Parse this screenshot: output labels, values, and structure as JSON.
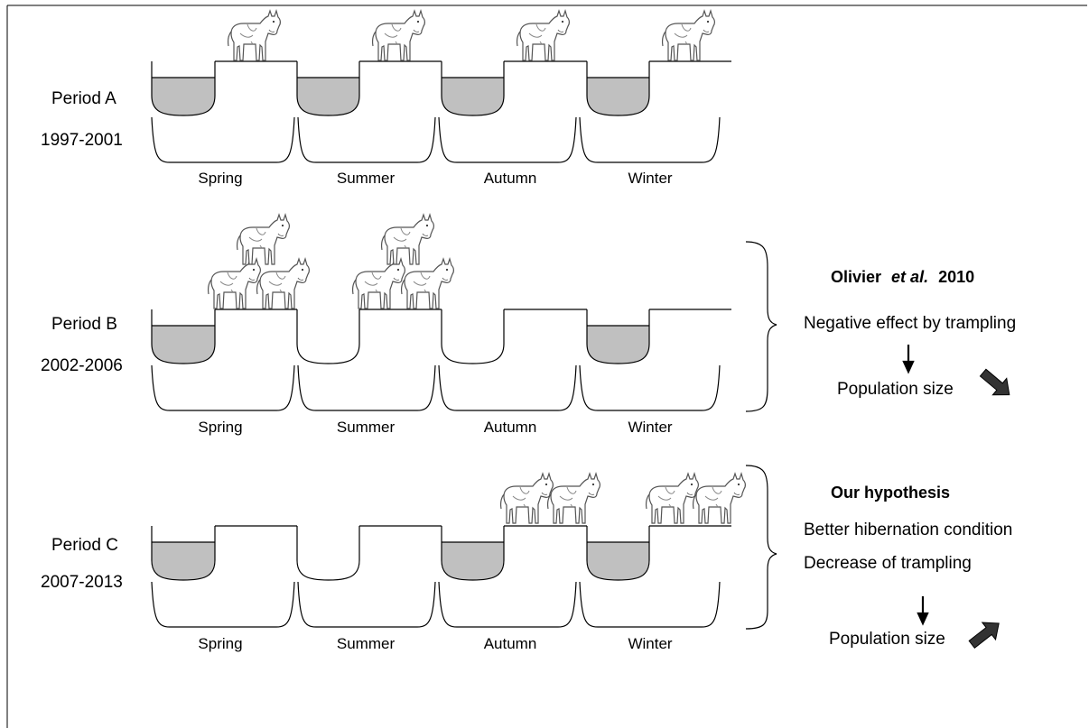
{
  "periods": [
    {
      "id": "A",
      "name": "Period A",
      "years": "1997-2001",
      "pond_filled": [
        true,
        true,
        true,
        true
      ]
    },
    {
      "id": "B",
      "name": "Period B",
      "years": "2002-2006",
      "pond_filled": [
        true,
        false,
        false,
        true
      ]
    },
    {
      "id": "C",
      "name": "Period C",
      "years": "2007-2013",
      "pond_filled": [
        true,
        false,
        true,
        true
      ]
    }
  ],
  "seasons": [
    "Spring",
    "Summer",
    "Autumn",
    "Winter"
  ],
  "cow_counts": {
    "A": [
      1,
      1,
      1,
      1
    ],
    "B": [
      3,
      3,
      0,
      0
    ],
    "C": [
      0,
      0,
      2,
      2
    ]
  },
  "panel_b_text": {
    "reference_author": "Olivier",
    "reference_etal": "et al.",
    "reference_year": "2010",
    "effect": "Negative effect by trampling",
    "outcome": "Population size",
    "trend": "decrease"
  },
  "panel_c_text": {
    "heading": "Our hypothesis",
    "line1": "Better hibernation condition",
    "line2": "Decrease of trampling",
    "outcome": "Population size",
    "trend": "increase"
  },
  "colors": {
    "water": "#c0c0c0",
    "line": "#000000",
    "arrow": "#333333"
  },
  "icons": {
    "cow": "cow-icon",
    "brace": "brace-icon",
    "down_arrow": "down-arrow-icon",
    "trend_arrow": "trend-arrow-icon"
  }
}
